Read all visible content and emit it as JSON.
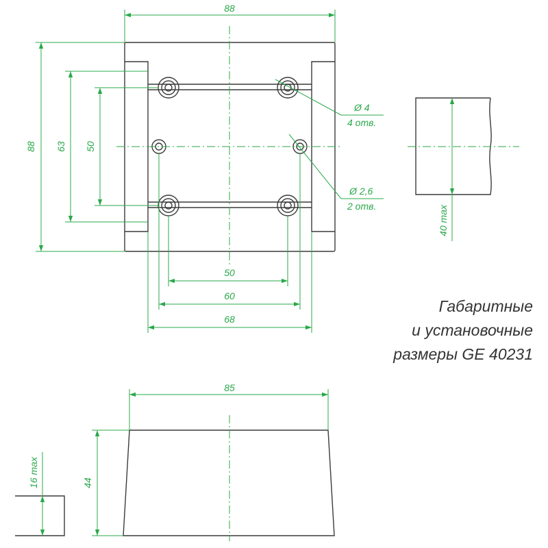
{
  "colors": {
    "dimension": "#2aa84a",
    "outline": "#3a3a3a",
    "text": "#333333"
  },
  "title": {
    "line1": "Габаритные",
    "line2": "и установочные",
    "line3": "размеры GE 40231"
  },
  "top_view": {
    "overall_width": "88",
    "overall_height": "88",
    "dim_63": "63",
    "dim_50_vertical": "50",
    "dim_50_horizontal": "50",
    "dim_60": "60",
    "dim_68": "68",
    "hole_large_diameter": "Ø 4",
    "hole_large_count": "4 отв.",
    "hole_small_diameter": "Ø 2,6",
    "hole_small_count": "2 отв."
  },
  "side_view": {
    "wall_max": "40 max"
  },
  "front_view": {
    "width": "85",
    "height": "44"
  },
  "cover_view": {
    "cover_max": "16 max"
  }
}
